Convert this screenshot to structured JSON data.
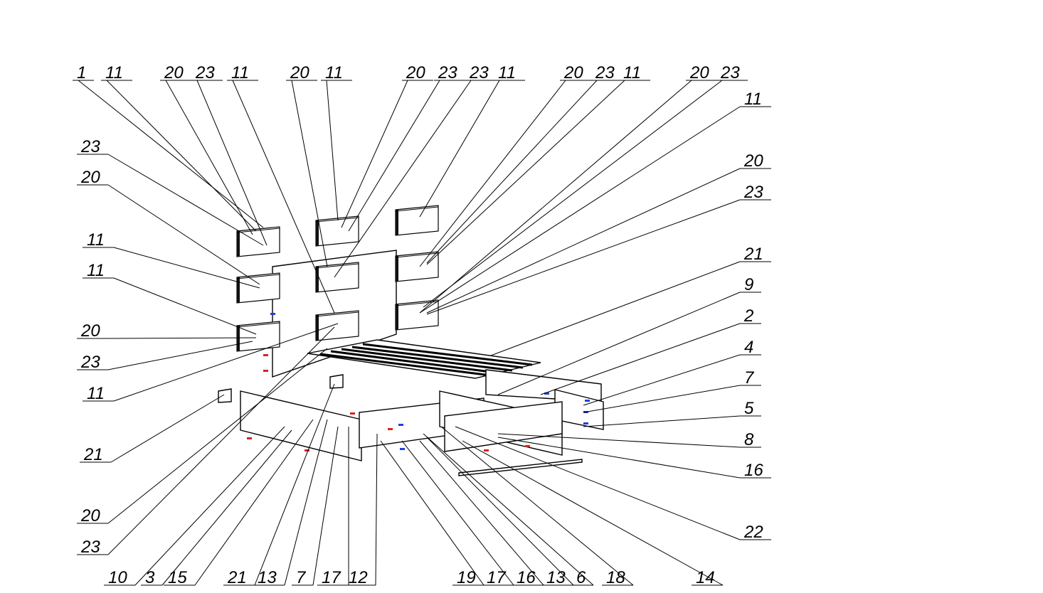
{
  "drawing": {
    "title": "Bed assembly exploded view",
    "callouts_top": [
      "1",
      "11",
      "20",
      "23",
      "11",
      "20",
      "11",
      "20",
      "23",
      "23",
      "11",
      "20",
      "23",
      "11",
      "20",
      "23"
    ],
    "callouts_right": [
      "11",
      "20",
      "23",
      "21",
      "9",
      "2",
      "4",
      "7",
      "5",
      "8",
      "16",
      "22"
    ],
    "callouts_left": [
      "23",
      "20",
      "11",
      "11",
      "20",
      "23",
      "11",
      "21",
      "20",
      "23"
    ],
    "callouts_bottom": [
      "10",
      "3",
      "15",
      "21",
      "13",
      "7",
      "17",
      "12",
      "19",
      "17",
      "16",
      "13",
      "6",
      "18",
      "14"
    ],
    "colors": {
      "line": "#000000",
      "fastener_red": "#e02020",
      "fastener_blue": "#2040e0"
    }
  }
}
